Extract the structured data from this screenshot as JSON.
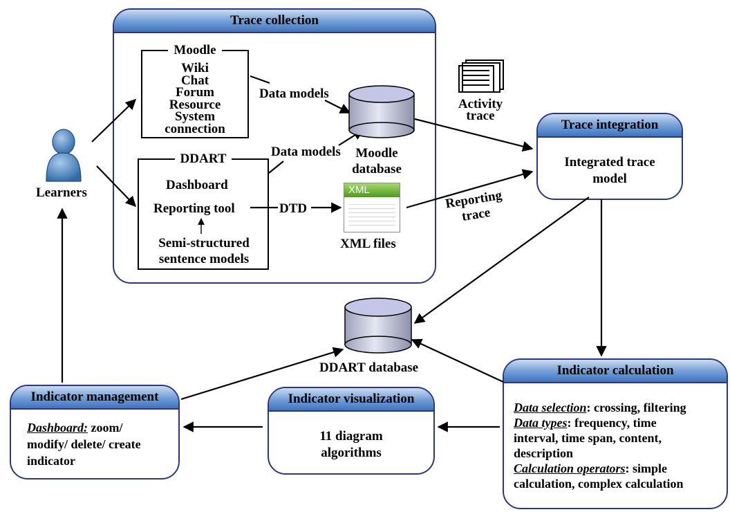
{
  "learners": {
    "label": "Learners"
  },
  "trace_collection": {
    "title": "Trace collection",
    "moodle": {
      "title": "Moodle",
      "items": [
        "Wiki",
        "Chat",
        "Forum",
        "Resource",
        "System",
        "connection"
      ]
    },
    "ddart": {
      "title": "DDART",
      "dashboard": "Dashboard",
      "reporting_tool": "Reporting tool",
      "sentence_models": [
        "Semi-structured",
        "sentence models"
      ]
    },
    "data_models_1": "Data models",
    "data_models_2": "Data models",
    "moodle_db": [
      "Moodle",
      "database"
    ],
    "dtd": "DTD",
    "xml_files": "XML files",
    "xml_badge": "XML"
  },
  "activity_trace": [
    "Activity",
    "trace"
  ],
  "reporting_trace": [
    "Reporting",
    "trace"
  ],
  "trace_integration": {
    "title": "Trace integration",
    "body": [
      "Integrated trace",
      "model"
    ]
  },
  "ddart_db": "DDART database",
  "indicator_calculation": {
    "title": "Indicator calculation",
    "data_selection_label": "Data selection",
    "data_selection_text": ": crossing, filtering",
    "data_types_label": "Data types",
    "data_types_text": ": frequency, time",
    "data_types_lines": [
      "interval, time span, content,",
      "description"
    ],
    "calc_label": "Calculation operators",
    "calc_text": ": simple",
    "calc_line2": "calculation, complex calculation"
  },
  "indicator_visualization": {
    "title": "Indicator visualization",
    "body": [
      "11 diagram",
      "algorithms"
    ]
  },
  "indicator_management": {
    "title": "Indicator management",
    "dashboard_label": "Dashboard:",
    "dashboard_text": " zoom/",
    "lines": [
      "modify/ delete/ create",
      "indicator"
    ]
  },
  "colors": {
    "header_blue": "#6f9cd6",
    "border_navy": "#2e3580",
    "cylinder_top": "#c3c6e6"
  }
}
